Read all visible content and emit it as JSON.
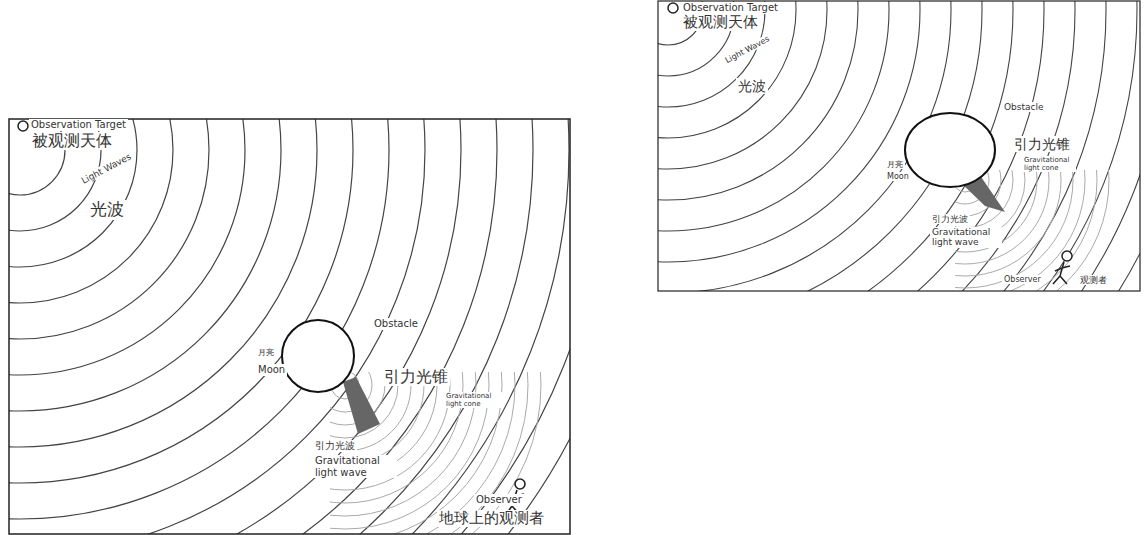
{
  "diagram": {
    "labels": [
      "Observation Target",
      "被观测天体",
      "Light Waves",
      "光波",
      "Obstacle",
      "月亮",
      "Moon",
      "引力光锥",
      "Gravitational light cone",
      "引力光波",
      "Gravitational light wave",
      "Observer",
      "地球上的观测者",
      "Observation Target",
      "被观测天体",
      "Light Waves",
      "光波",
      "Obstacle",
      "月亮",
      "Moon",
      "引力光锥",
      "Gravitational light cone",
      "引力光波",
      "Gravitational light wave",
      "Observer",
      "观测者"
    ]
  }
}
